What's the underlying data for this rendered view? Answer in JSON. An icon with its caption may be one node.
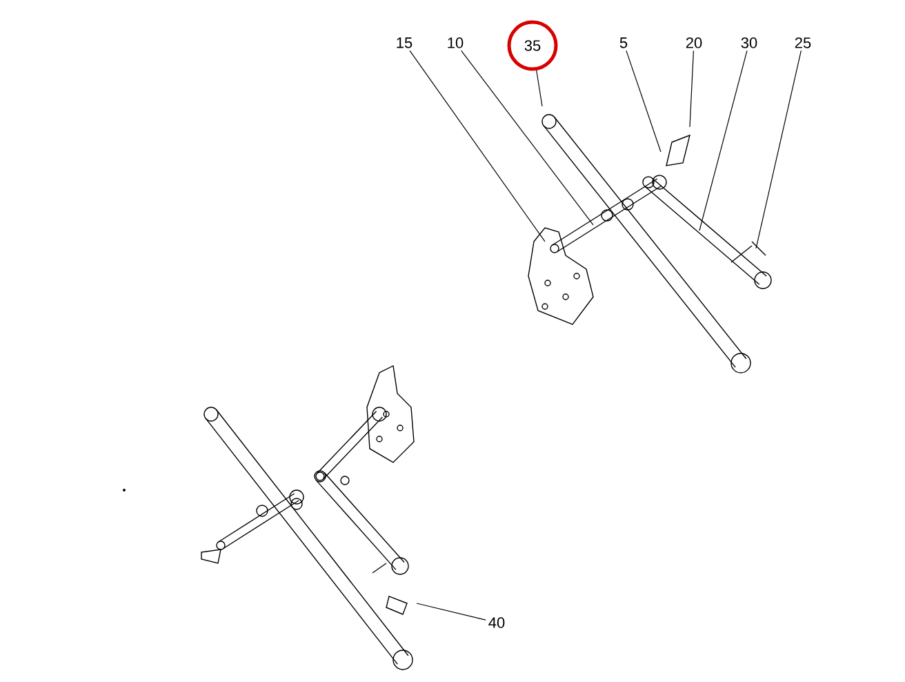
{
  "diagram": {
    "nodes": [
      {
        "text": [
          "15"
        ]
      },
      {
        "text": [
          "10"
        ]
      },
      {
        "text": [
          "35"
        ]
      },
      {
        "text": [
          "5"
        ]
      },
      {
        "text": [
          "20"
        ]
      },
      {
        "text": [
          "30"
        ]
      },
      {
        "text": [
          "25"
        ]
      },
      {
        "text": [
          "40"
        ]
      }
    ],
    "edges": [
      {
        "from": 0,
        "to": null,
        "arrow": "none"
      },
      {
        "from": 1,
        "to": null,
        "arrow": "none"
      },
      {
        "from": 2,
        "to": null,
        "arrow": "none"
      },
      {
        "from": 3,
        "to": null,
        "arrow": "none"
      },
      {
        "from": 4,
        "to": null,
        "arrow": "none"
      },
      {
        "from": 5,
        "to": null,
        "arrow": "none"
      },
      {
        "from": 6,
        "to": null,
        "arrow": "none"
      },
      {
        "from": 7,
        "to": null,
        "arrow": "none"
      }
    ]
  }
}
